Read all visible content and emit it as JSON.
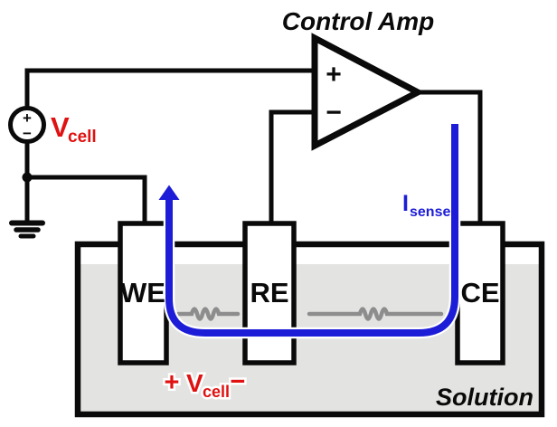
{
  "diagram": {
    "title": "Control Amp",
    "voltage_source": {
      "plus": "+",
      "minus": "−",
      "label_main": "V",
      "label_sub": "cell"
    },
    "opamp": {
      "noninverting_input": "+",
      "inverting_input": "−"
    },
    "electrodes": {
      "working": "WE",
      "reference": "RE",
      "counter": "CE"
    },
    "sense_current": {
      "label_main": "I",
      "label_sub": "sense"
    },
    "cell_voltage_annotation": {
      "plus": "+",
      "label_main": "V",
      "label_sub": "cell",
      "minus": "−"
    },
    "solution_label": "Solution",
    "colors": {
      "wire_black": "#0a0a0a",
      "accent_red": "#e01111",
      "accent_blue": "#1d1dd8",
      "solution_gray": "#e3e3e1",
      "resistor_gray": "#8d8d8d"
    }
  }
}
